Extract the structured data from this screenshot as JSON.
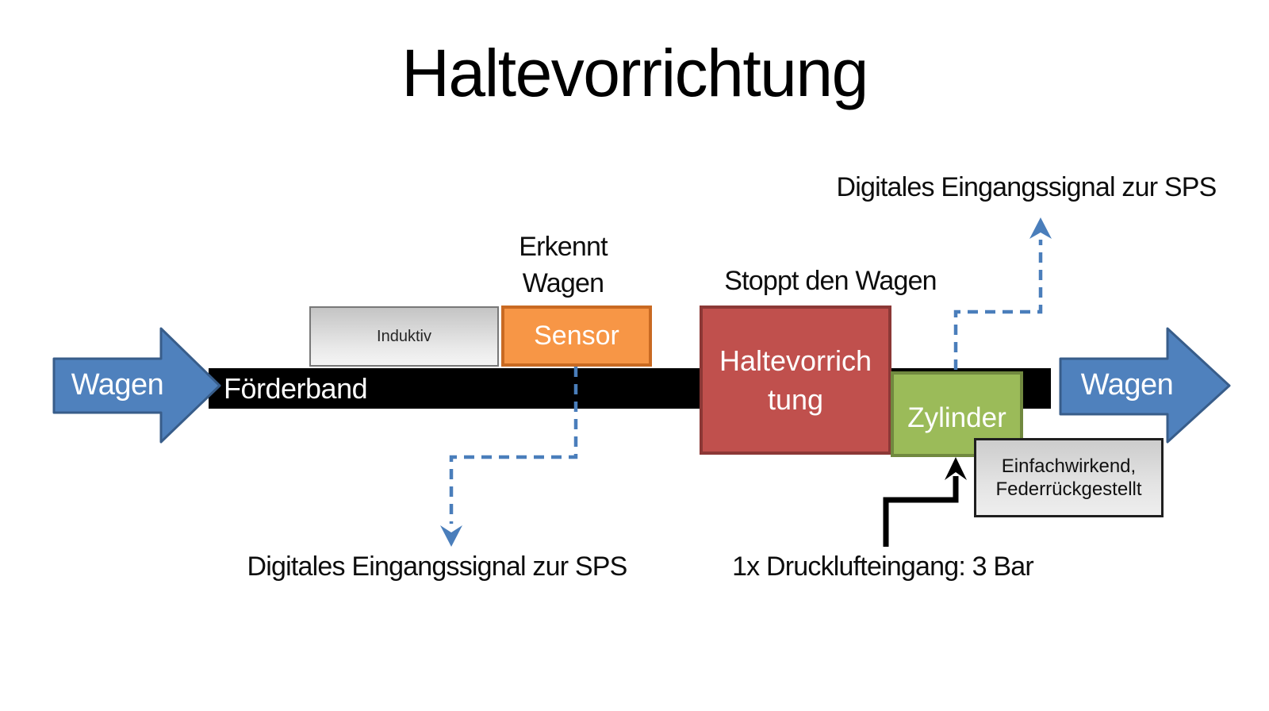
{
  "title": "Haltevorrichtung",
  "conveyor": {
    "belt_label": "Förderband",
    "cart_left_label": "Wagen",
    "cart_right_label": "Wagen"
  },
  "sensor": {
    "type_label": "Induktiv",
    "name": "Sensor",
    "caption_line1": "Erkennt",
    "caption_line2": "Wagen",
    "signal_label": "Digitales Eingangssignal zur SPS"
  },
  "holder": {
    "name_line1": "Haltevorrich",
    "name_line2": "tung",
    "caption": "Stoppt den Wagen"
  },
  "cylinder": {
    "name": "Zylinder",
    "note_line1": "Einfachwirkend,",
    "note_line2": "Federrückgestellt",
    "signal_label": "Digitales Eingangssignal zur SPS",
    "air_label": "1x Drucklufteingang: 3 Bar"
  },
  "colors": {
    "cart_blue": "#4f81bd",
    "cart_blue_border": "#385d8a",
    "sensor_orange": "#f79646",
    "sensor_orange_border": "#c96a22",
    "holder_red": "#c0504d",
    "holder_red_border": "#8c3836",
    "cylinder_green": "#9bbb59",
    "cylinder_green_border": "#71893f",
    "connector_blue": "#4a7ebb",
    "belt_black": "#000000"
  }
}
